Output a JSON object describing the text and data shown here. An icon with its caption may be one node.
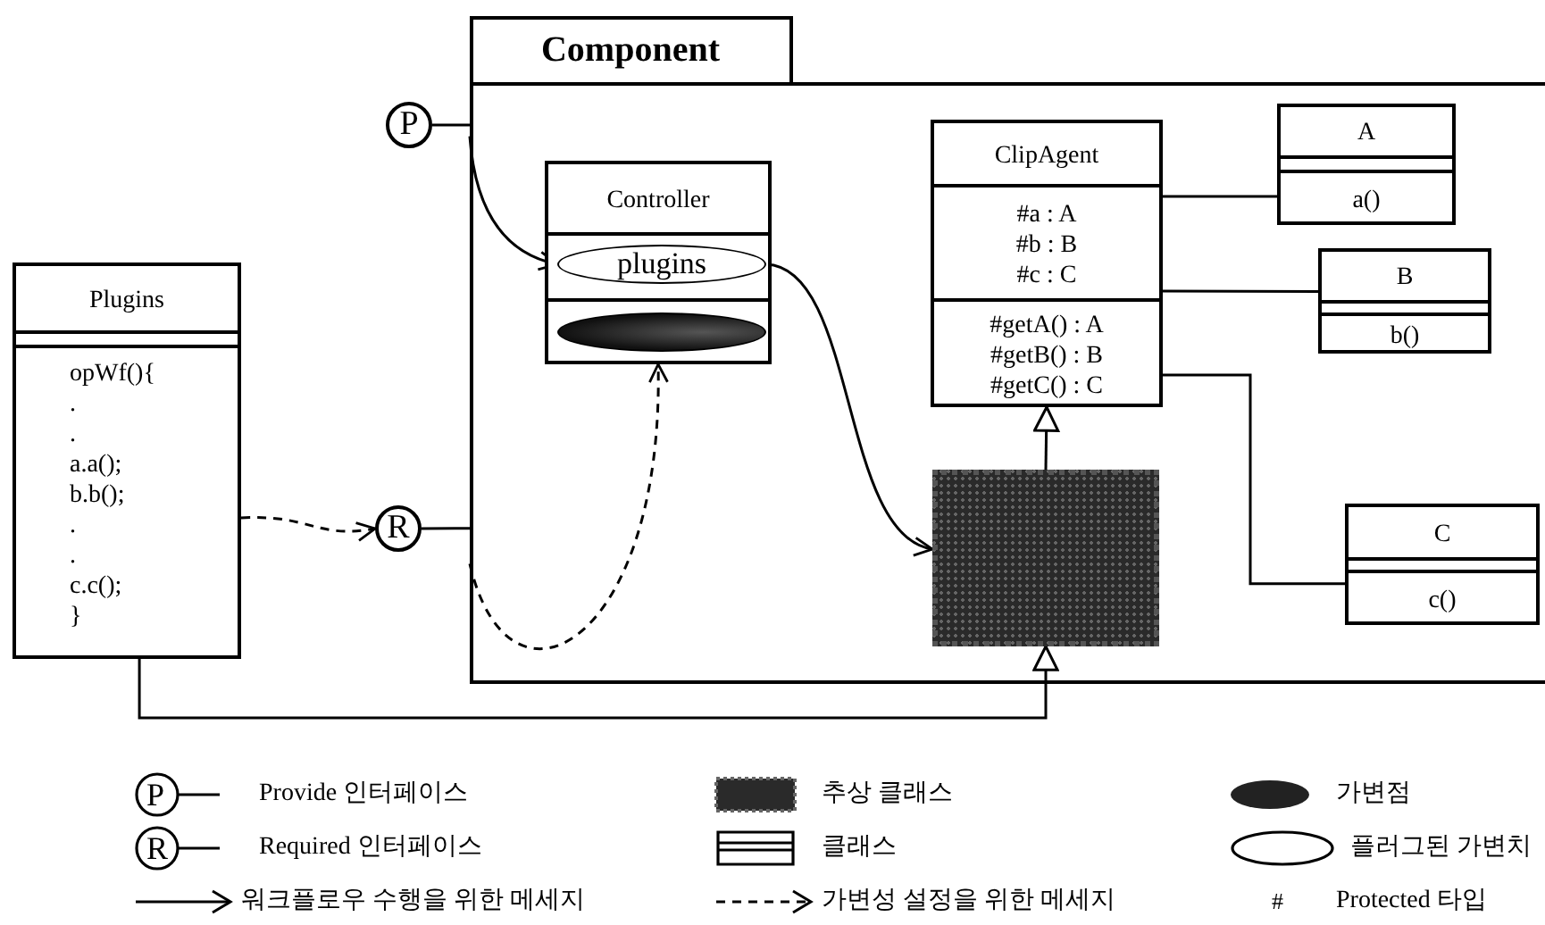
{
  "diagram": {
    "nodes": [
      {
        "text": [
          "Component"
        ]
      },
      {
        "text": [
          "Controller"
        ],
        "in": 0
      },
      {
        "text": [
          "plugins"
        ],
        "in": 1
      },
      {
        "text": [],
        "shape": "ellipse",
        "in": 1
      },
      {
        "text": [
          "ClipAgent",
          "#a : A #b : B #c : C",
          "#getA() : A #getB() : B #getC() : C"
        ],
        "in": 0
      },
      {
        "text": [
          "A",
          "a()"
        ],
        "in": 0
      },
      {
        "text": [
          "B",
          "b()"
        ],
        "in": 0
      },
      {
        "text": [],
        "shape": "box",
        "in": 0
      },
      {
        "text": [
          "C",
          "c()"
        ],
        "in": 0
      },
      {
        "text": [
          "Plugins",
          "opWf(){ . . a.a(); b.b(); . . c.c(); }"
        ]
      },
      {
        "text": [
          "P"
        ]
      },
      {
        "text": [
          "R"
        ]
      }
    ],
    "edges": [
      {
        "from": 10,
        "to": 0,
        "arrow": "none"
      },
      {
        "from": 0,
        "to": 2,
        "arrow": "to"
      },
      {
        "from": 11,
        "to": 0,
        "arrow": "none"
      },
      {
        "from": 0,
        "to": 1,
        "arrow": "to",
        "style": "dashed"
      },
      {
        "from": 9,
        "to": 11,
        "arrow": "to",
        "style": "dashed"
      },
      {
        "from": 2,
        "to": 7,
        "arrow": "to"
      },
      {
        "from": 7,
        "to": 4,
        "arrow": "to"
      },
      {
        "from": 9,
        "to": 7,
        "arrow": "to"
      },
      {
        "from": 4,
        "to": 5,
        "arrow": "none"
      },
      {
        "from": 4,
        "to": 6,
        "arrow": "none"
      },
      {
        "from": 4,
        "to": 8,
        "arrow": "none"
      }
    ],
    "labels": [
      "P",
      "R",
      "#"
    ],
    "legend": [
      {
        "text": "Provide 인터페이스"
      },
      {
        "text": "추상 클래스"
      },
      {
        "text": "가변점"
      },
      {
        "text": "Required 인터페이스"
      },
      {
        "text": "클래스"
      },
      {
        "text": "플러그된 가변치"
      },
      {
        "text": "워크플로우 수행을 위한 메세지"
      },
      {
        "text": "가변성 설정을 위한 메세지"
      },
      {
        "text": "Protected 타입"
      }
    ]
  }
}
